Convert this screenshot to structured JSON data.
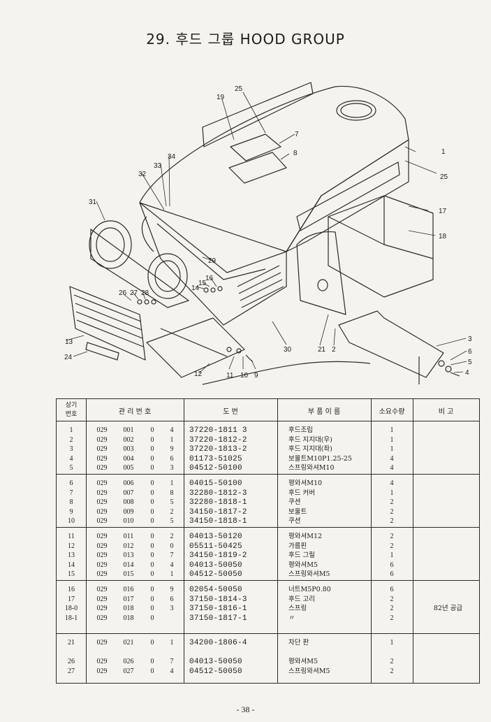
{
  "page_title": "29. 후드  그룹   HOOD  GROUP",
  "diagram_callouts": [
    "25",
    "19",
    "7",
    "8",
    "1",
    "25",
    "34",
    "33",
    "32",
    "31",
    "17",
    "18",
    "29",
    "26",
    "27",
    "28",
    "14",
    "15",
    "16",
    "13",
    "24",
    "12",
    "11",
    "10",
    "9",
    "30",
    "21",
    "2",
    "3",
    "6",
    "5",
    "4"
  ],
  "table": {
    "header": {
      "no": [
        "상기",
        "번호"
      ],
      "control": "관  리  번  호",
      "drawing": "도       번",
      "name": "부  품  이  름",
      "qty": "소요수량",
      "remark": "비       고"
    },
    "groups": [
      [
        {
          "no": "1",
          "c1": "029",
          "c2": "001",
          "c3": "0",
          "c4": "4",
          "drawing": "37220-1811 3",
          "name": "후드조립",
          "qty": "1",
          "remark": ""
        },
        {
          "no": "2",
          "c1": "029",
          "c2": "002",
          "c3": "0",
          "c4": "1",
          "drawing": "37220-1812-2",
          "name": "후드 지지대(우)",
          "qty": "1",
          "remark": ""
        },
        {
          "no": "3",
          "c1": "029",
          "c2": "003",
          "c3": "0",
          "c4": "9",
          "drawing": "37220-1813-2",
          "name": "후드 지지대(좌)",
          "qty": "1",
          "remark": ""
        },
        {
          "no": "4",
          "c1": "029",
          "c2": "004",
          "c3": "0",
          "c4": "6",
          "drawing": "01173-51025",
          "name": "보울트M10P1.25-25",
          "qty": "4",
          "remark": ""
        },
        {
          "no": "5",
          "c1": "029",
          "c2": "005",
          "c3": "0",
          "c4": "3",
          "drawing": "04512-50100",
          "name": "스프링와셔M10",
          "qty": "4",
          "remark": ""
        }
      ],
      [
        {
          "no": "6",
          "c1": "029",
          "c2": "006",
          "c3": "0",
          "c4": "1",
          "drawing": "04015-50100",
          "name": "평와셔M10",
          "qty": "4",
          "remark": ""
        },
        {
          "no": "7",
          "c1": "029",
          "c2": "007",
          "c3": "0",
          "c4": "8",
          "drawing": "32280-1812-3",
          "name": "후드 커버",
          "qty": "1",
          "remark": ""
        },
        {
          "no": "8",
          "c1": "029",
          "c2": "008",
          "c3": "0",
          "c4": "5",
          "drawing": "32280-1818-1",
          "name": "쿠션",
          "qty": "2",
          "remark": ""
        },
        {
          "no": "9",
          "c1": "029",
          "c2": "009",
          "c3": "0",
          "c4": "2",
          "drawing": "34150-1817-2",
          "name": "보울트",
          "qty": "2",
          "remark": ""
        },
        {
          "no": "10",
          "c1": "029",
          "c2": "010",
          "c3": "0",
          "c4": "5",
          "drawing": "34150-1818-1",
          "name": "쿠션",
          "qty": "2",
          "remark": ""
        }
      ],
      [
        {
          "no": "11",
          "c1": "029",
          "c2": "011",
          "c3": "0",
          "c4": "2",
          "drawing": "04013-50120",
          "name": "평와셔M12",
          "qty": "2",
          "remark": ""
        },
        {
          "no": "12",
          "c1": "029",
          "c2": "012",
          "c3": "0",
          "c4": "0",
          "drawing": "05511-50425",
          "name": "가름핀",
          "qty": "2",
          "remark": ""
        },
        {
          "no": "13",
          "c1": "029",
          "c2": "013",
          "c3": "0",
          "c4": "7",
          "drawing": "34150-1819-2",
          "name": "후드 그릴",
          "qty": "1",
          "remark": ""
        },
        {
          "no": "14",
          "c1": "029",
          "c2": "014",
          "c3": "0",
          "c4": "4",
          "drawing": "04013-50050",
          "name": "평와셔M5",
          "qty": "6",
          "remark": ""
        },
        {
          "no": "15",
          "c1": "029",
          "c2": "015",
          "c3": "0",
          "c4": "1",
          "drawing": "04512-50050",
          "name": "스프링와셔M5",
          "qty": "6",
          "remark": ""
        }
      ],
      [
        {
          "no": "16",
          "c1": "029",
          "c2": "016",
          "c3": "0",
          "c4": "9",
          "drawing": "02054-50050",
          "name": "너트M5P0.80",
          "qty": "6",
          "remark": ""
        },
        {
          "no": "17",
          "c1": "029",
          "c2": "017",
          "c3": "0",
          "c4": "6",
          "drawing": "37150-1814-3",
          "name": "후드 고리",
          "qty": "2",
          "remark": ""
        },
        {
          "no": "18-0",
          "c1": "029",
          "c2": "018",
          "c3": "0",
          "c4": "3",
          "drawing": "37150-1816-1",
          "name": "스프링",
          "qty": "2",
          "remark": "82년 공급"
        },
        {
          "no": "18-1",
          "c1": "029",
          "c2": "018",
          "c3": "0",
          "c4": "",
          "drawing": "37150-1817-1",
          "name": "〃",
          "qty": "2",
          "remark": ""
        }
      ],
      [
        {
          "no": "21",
          "c1": "029",
          "c2": "021",
          "c3": "0",
          "c4": "1",
          "drawing": "34200-1806-4",
          "name": "차단 판",
          "qty": "1",
          "remark": ""
        },
        {
          "no": "",
          "c1": "",
          "c2": "",
          "c3": "",
          "c4": "",
          "drawing": "",
          "name": "",
          "qty": "",
          "remark": ""
        },
        {
          "no": "26",
          "c1": "029",
          "c2": "026",
          "c3": "0",
          "c4": "7",
          "drawing": "04013-50050",
          "name": "평와셔M5",
          "qty": "2",
          "remark": ""
        },
        {
          "no": "27",
          "c1": "029",
          "c2": "027",
          "c3": "0",
          "c4": "4",
          "drawing": "04512-50050",
          "name": "스프링와셔M5",
          "qty": "2",
          "remark": ""
        }
      ]
    ]
  },
  "page_number": "- 38 -"
}
